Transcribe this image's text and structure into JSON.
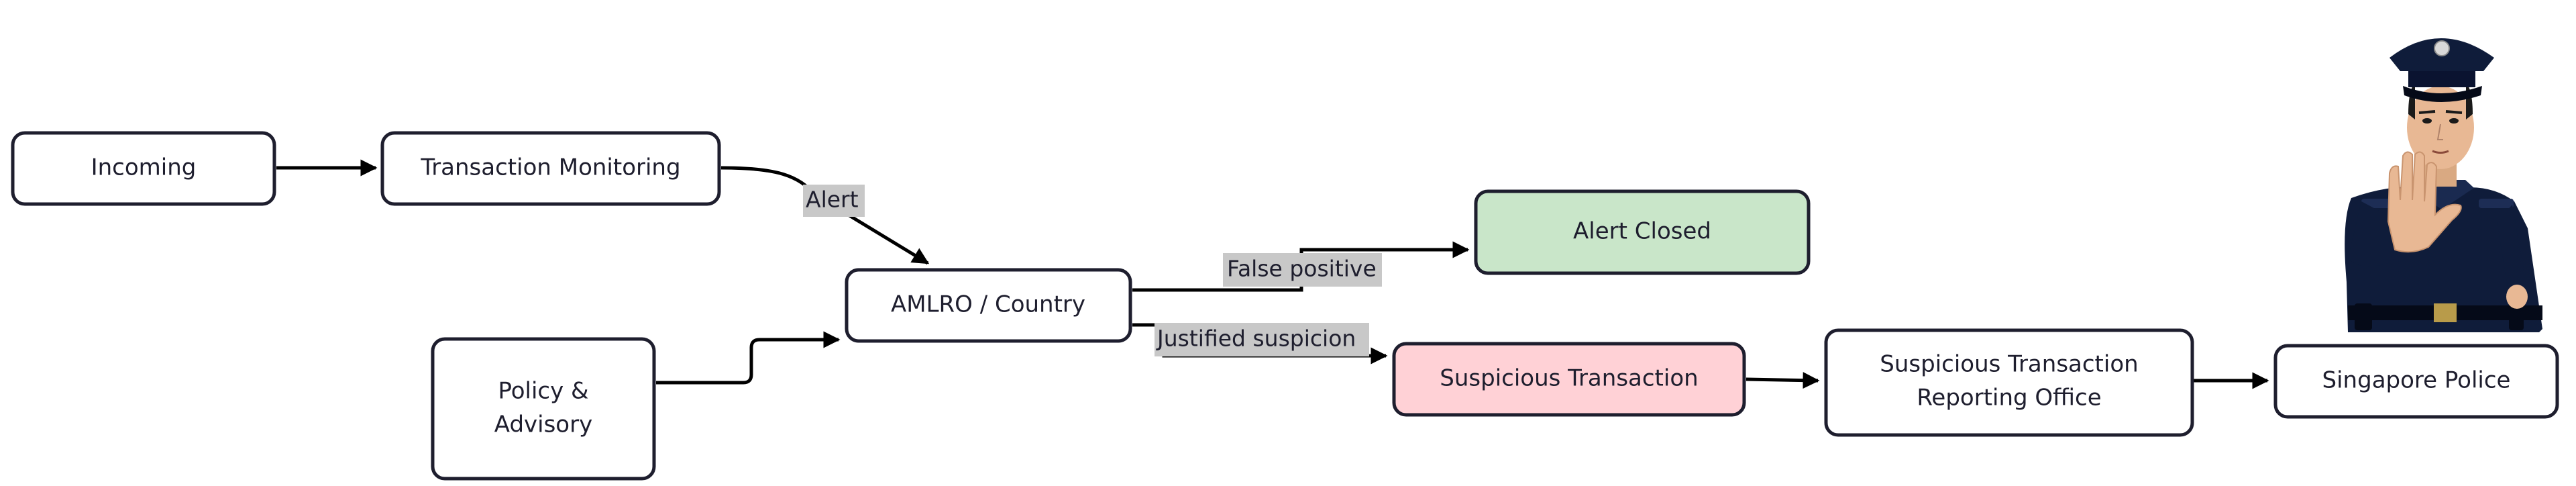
{
  "nodes": {
    "incoming": {
      "label": "Incoming",
      "fill": "#ffffff"
    },
    "monitoring": {
      "label": "Transaction Monitoring",
      "fill": "#ffffff"
    },
    "policy": {
      "label_line1": "Policy &",
      "label_line2": "Advisory",
      "fill": "#ffffff"
    },
    "amlro": {
      "label": "AMLRO / Country",
      "fill": "#ffffff"
    },
    "closed": {
      "label": "Alert Closed",
      "fill": "#c9e6c9"
    },
    "suspicious": {
      "label": "Suspicious Transaction",
      "fill": "#ffd1d6"
    },
    "stro": {
      "label_line1": "Suspicious Transaction",
      "label_line2": "Reporting Office",
      "fill": "#ffffff"
    },
    "police": {
      "label": "Singapore Police",
      "fill": "#ffffff"
    }
  },
  "edge_labels": {
    "alert": "Alert",
    "false_positive": "False positive",
    "justified": "Justified suspicion"
  },
  "colors": {
    "stroke": "#1e1e2e",
    "edge": "#000000",
    "label_bg": "#c8c8c8"
  },
  "illustration": {
    "subject": "police-officer-stop-gesture",
    "uniform": "#0f1c3a",
    "skin": "#e8b894"
  }
}
